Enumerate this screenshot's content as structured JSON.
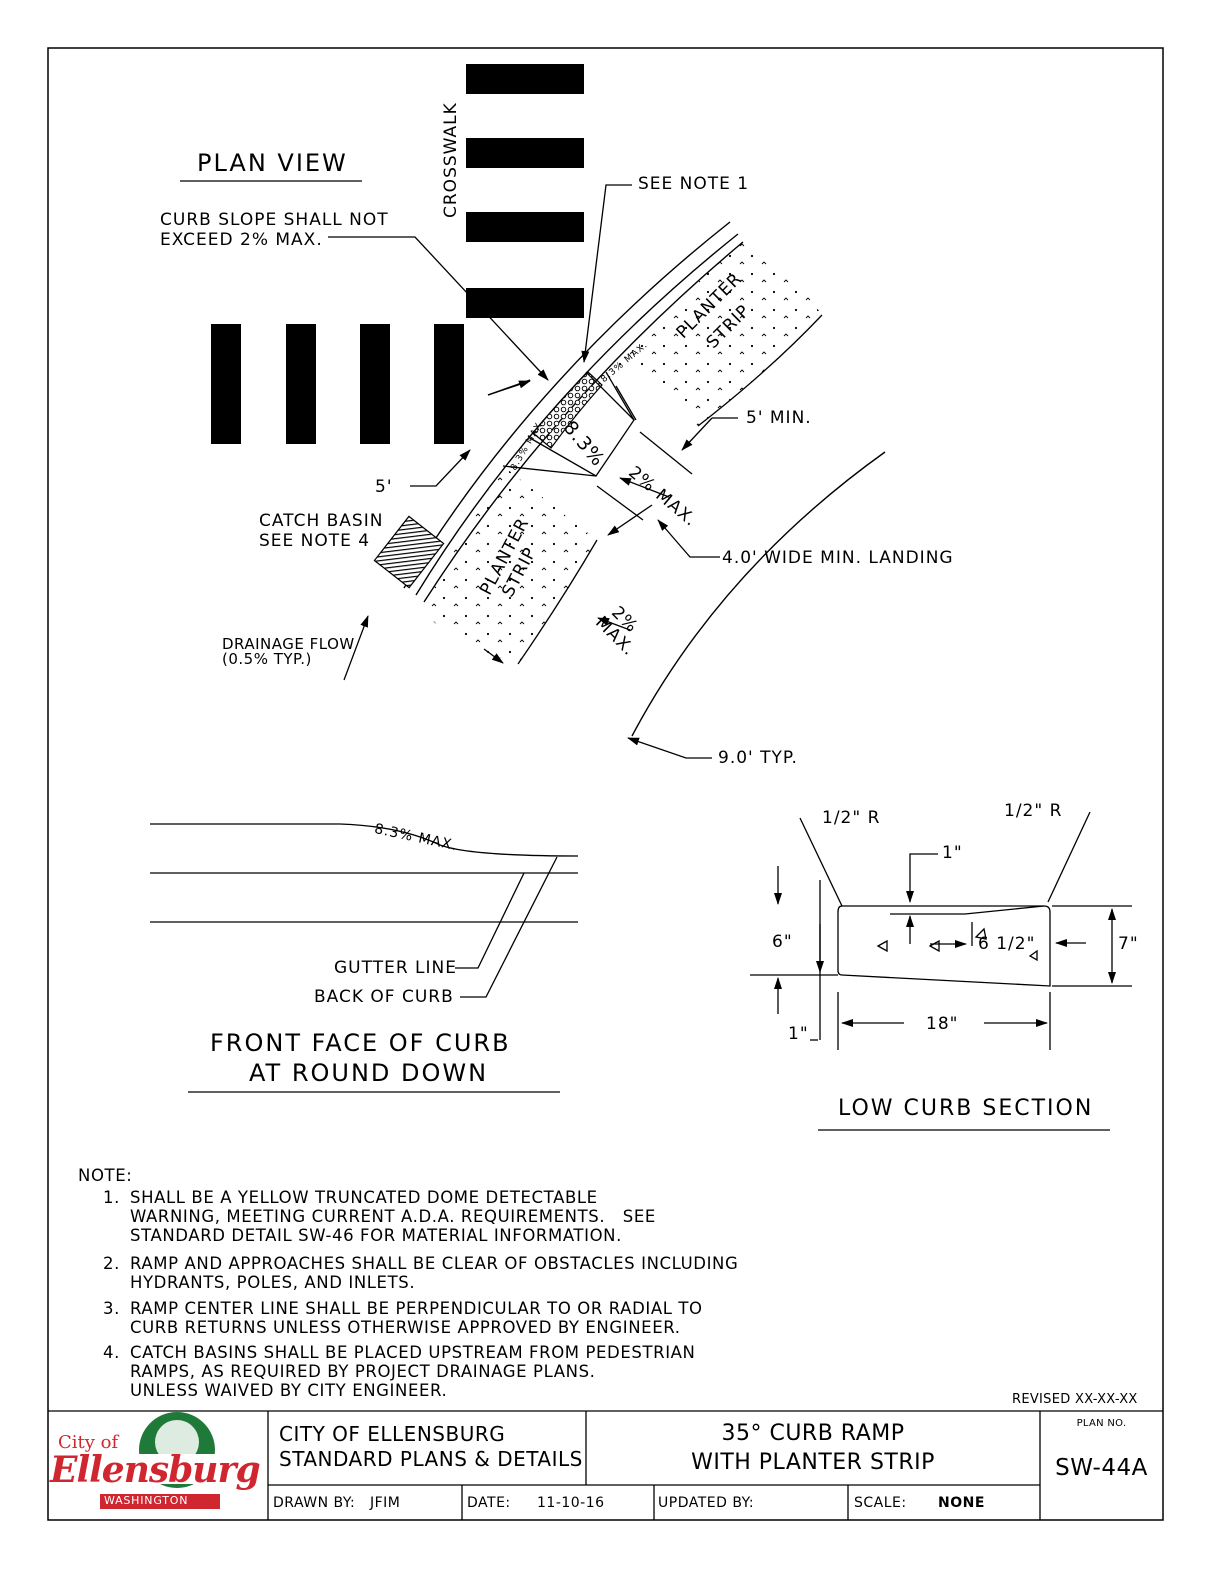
{
  "plan_view": {
    "title": "PLAN VIEW",
    "crosswalk": "CROSSWALK",
    "curb_slope": [
      "CURB SLOPE SHALL NOT",
      "EXCEED 2% MAX."
    ],
    "see_note_1": "SEE NOTE 1",
    "planter_strip": [
      "PLANTER",
      "STRIP"
    ],
    "ramp_slope_main": "8.3%",
    "ramp_slope_side": "8.3% MAX.",
    "five_foot": "5'",
    "five_foot_min": "5' MIN.",
    "landing_slope": "2% MAX.",
    "landing_width": "4.0' WIDE MIN. LANDING",
    "street_slope": [
      "2%",
      "MAX."
    ],
    "catch_basin": [
      "CATCH BASIN",
      "SEE NOTE 4"
    ],
    "drainage": [
      "DRAINAGE FLOW",
      "(0.5% TYP.)"
    ],
    "nine_foot": "9.0' TYP."
  },
  "front_face": {
    "slope": "8.3% MAX.",
    "gutter_line": "GUTTER LINE",
    "back_of_curb": "BACK OF CURB",
    "title": [
      "FRONT FACE OF CURB",
      "AT ROUND DOWN"
    ]
  },
  "low_curb": {
    "radius_left": "1/2\" R",
    "radius_right": "1/2\" R",
    "one_inch_top": "1\"",
    "six_inch": "6\"",
    "six_half": "6 1/2\"",
    "seven_inch": "7\"",
    "one_inch_bottom": "1\"",
    "eighteen": "18\"",
    "title": "LOW CURB SECTION"
  },
  "notes": {
    "heading": "NOTE:",
    "items": [
      {
        "num": "1.",
        "text": "SHALL BE A YELLOW TRUNCATED DOME DETECTABLE\nWARNING, MEETING CURRENT A.D.A. REQUIREMENTS.   SEE\nSTANDARD DETAIL SW-46 FOR MATERIAL INFORMATION."
      },
      {
        "num": "2.",
        "text": "RAMP AND APPROACHES SHALL BE CLEAR OF OBSTACLES INCLUDING\nHYDRANTS, POLES, AND INLETS."
      },
      {
        "num": "3.",
        "text": "RAMP CENTER LINE SHALL BE PERPENDICULAR TO OR RADIAL TO\nCURB RETURNS UNLESS OTHERWISE APPROVED BY ENGINEER."
      },
      {
        "num": "4.",
        "text": "CATCH BASINS SHALL BE PLACED UPSTREAM FROM PEDESTRIAN\nRAMPS, AS REQUIRED BY PROJECT DRAINAGE PLANS.\nUNLESS WAIVED BY CITY ENGINEER."
      }
    ]
  },
  "revised": "REVISED XX-XX-XX",
  "title_block": {
    "logo": {
      "city_of": "City of",
      "name": "Ellensburg",
      "state": "WASHINGTON"
    },
    "org": [
      "CITY OF ELLENSBURG",
      "STANDARD PLANS & DETAILS"
    ],
    "sheet_title": [
      "35° CURB RAMP",
      "WITH PLANTER STRIP"
    ],
    "plan_no_label": "PLAN NO.",
    "plan_no": "SW-44A",
    "drawn_by_label": "DRAWN BY:",
    "drawn_by": "JFIM",
    "date_label": "DATE:",
    "date": "11-10-16",
    "updated_by_label": "UPDATED BY:",
    "scale_label": "SCALE:",
    "scale": "NONE"
  },
  "colors": {
    "logo_red": "#d0262f",
    "logo_green": "#1f7a3a",
    "line": "#000000"
  }
}
